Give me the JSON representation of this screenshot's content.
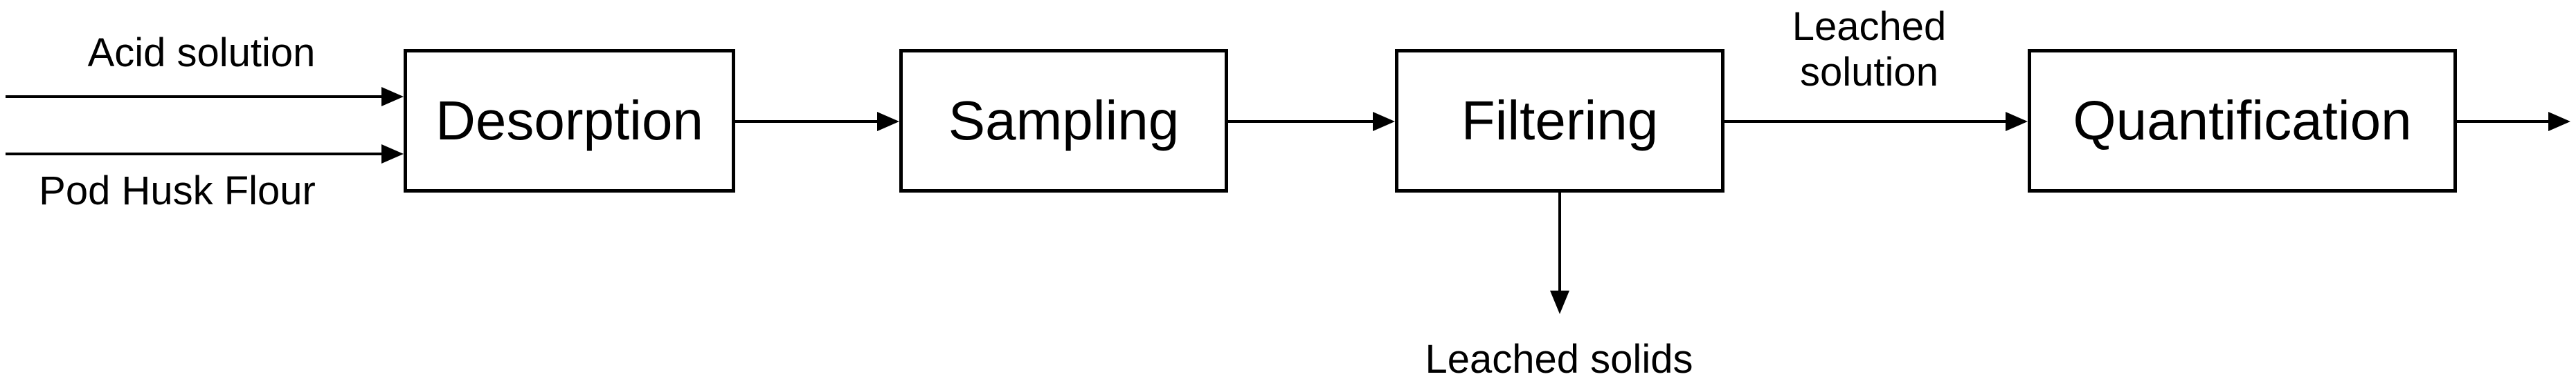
{
  "diagram": {
    "boxes": [
      {
        "id": "desorption",
        "label": "Desorption"
      },
      {
        "id": "sampling",
        "label": "Sampling"
      },
      {
        "id": "filtering",
        "label": "Filtering"
      },
      {
        "id": "quantification",
        "label": "Quantification"
      }
    ],
    "input_labels": [
      {
        "id": "acid-solution",
        "label": "Acid solution"
      },
      {
        "id": "pod-husk-flour",
        "label": "Pod Husk Flour"
      }
    ],
    "stream_labels": {
      "leached_solution": {
        "line1": "Leached",
        "line2": "solution"
      },
      "leached_solids": "Leached solids"
    },
    "colors": {
      "line": "#000000",
      "background": "#ffffff",
      "box_fill": "#ffffff",
      "text": "#000000"
    }
  }
}
